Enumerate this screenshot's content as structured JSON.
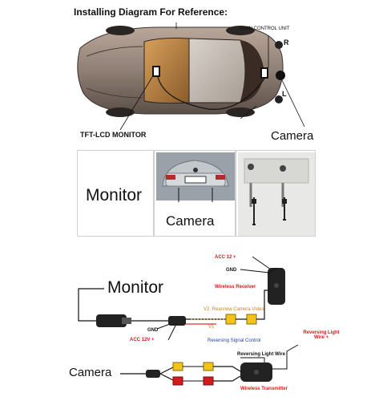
{
  "header": {
    "title": "Installing Diagram For Reference:"
  },
  "top_diagram": {
    "main_control_unit": "MAIN CONTROL UNIT",
    "r_label": "R",
    "l_label": "L",
    "monitor_label": "TFT-LCD MONITOR",
    "camera_label": "Camera"
  },
  "panels": {
    "monitor_panel_label": "Monitor",
    "camera_panel_label": "Camera"
  },
  "wiring": {
    "monitor_label": "Monitor",
    "camera_label": "Camera",
    "acc12_top": "ACC 12 +",
    "gnd_top": "GND",
    "wireless_receiver": "Wireless Receiver",
    "v2_label": "V2: Rearview Camera Video",
    "v1_label": "V1",
    "gnd_mid": "GND",
    "acc12v_mid": "ACC 12V +",
    "reversing_signal": "Reversing Signal Control",
    "reversing_light_wire_plus": "Reversing Light Wire +",
    "reversing_light_wire": "Reversing Light Wire",
    "wireless_transmitter": "Wireless Transmitter"
  },
  "colors": {
    "accent_red": "#d41a1a",
    "accent_blue": "#2346a8",
    "accent_orange": "#d2841b"
  }
}
